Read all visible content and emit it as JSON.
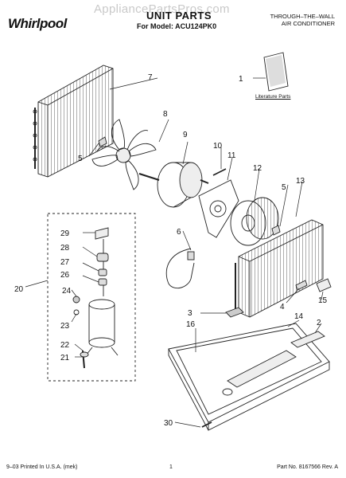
{
  "header": {
    "brand": "Whirlpool",
    "watermark": "AppliancePartsPros.com",
    "title": "UNIT PARTS",
    "model_line": "For Model: ACU124PK0",
    "product_line1": "THROUGH–THE–WALL",
    "product_line2": "AIR CONDITIONER"
  },
  "literature_label": "Literature Parts",
  "callouts": [
    "1",
    "2",
    "3",
    "4",
    "5",
    "5",
    "6",
    "7",
    "8",
    "9",
    "10",
    "11",
    "12",
    "13",
    "14",
    "15",
    "16",
    "20",
    "21",
    "22",
    "23",
    "24",
    "26",
    "27",
    "28",
    "29",
    "30"
  ],
  "footer": {
    "left": "9–03 Printed In U.S.A. (mek)",
    "center": "1",
    "right": "Part No. 8167566 Rev. A"
  }
}
